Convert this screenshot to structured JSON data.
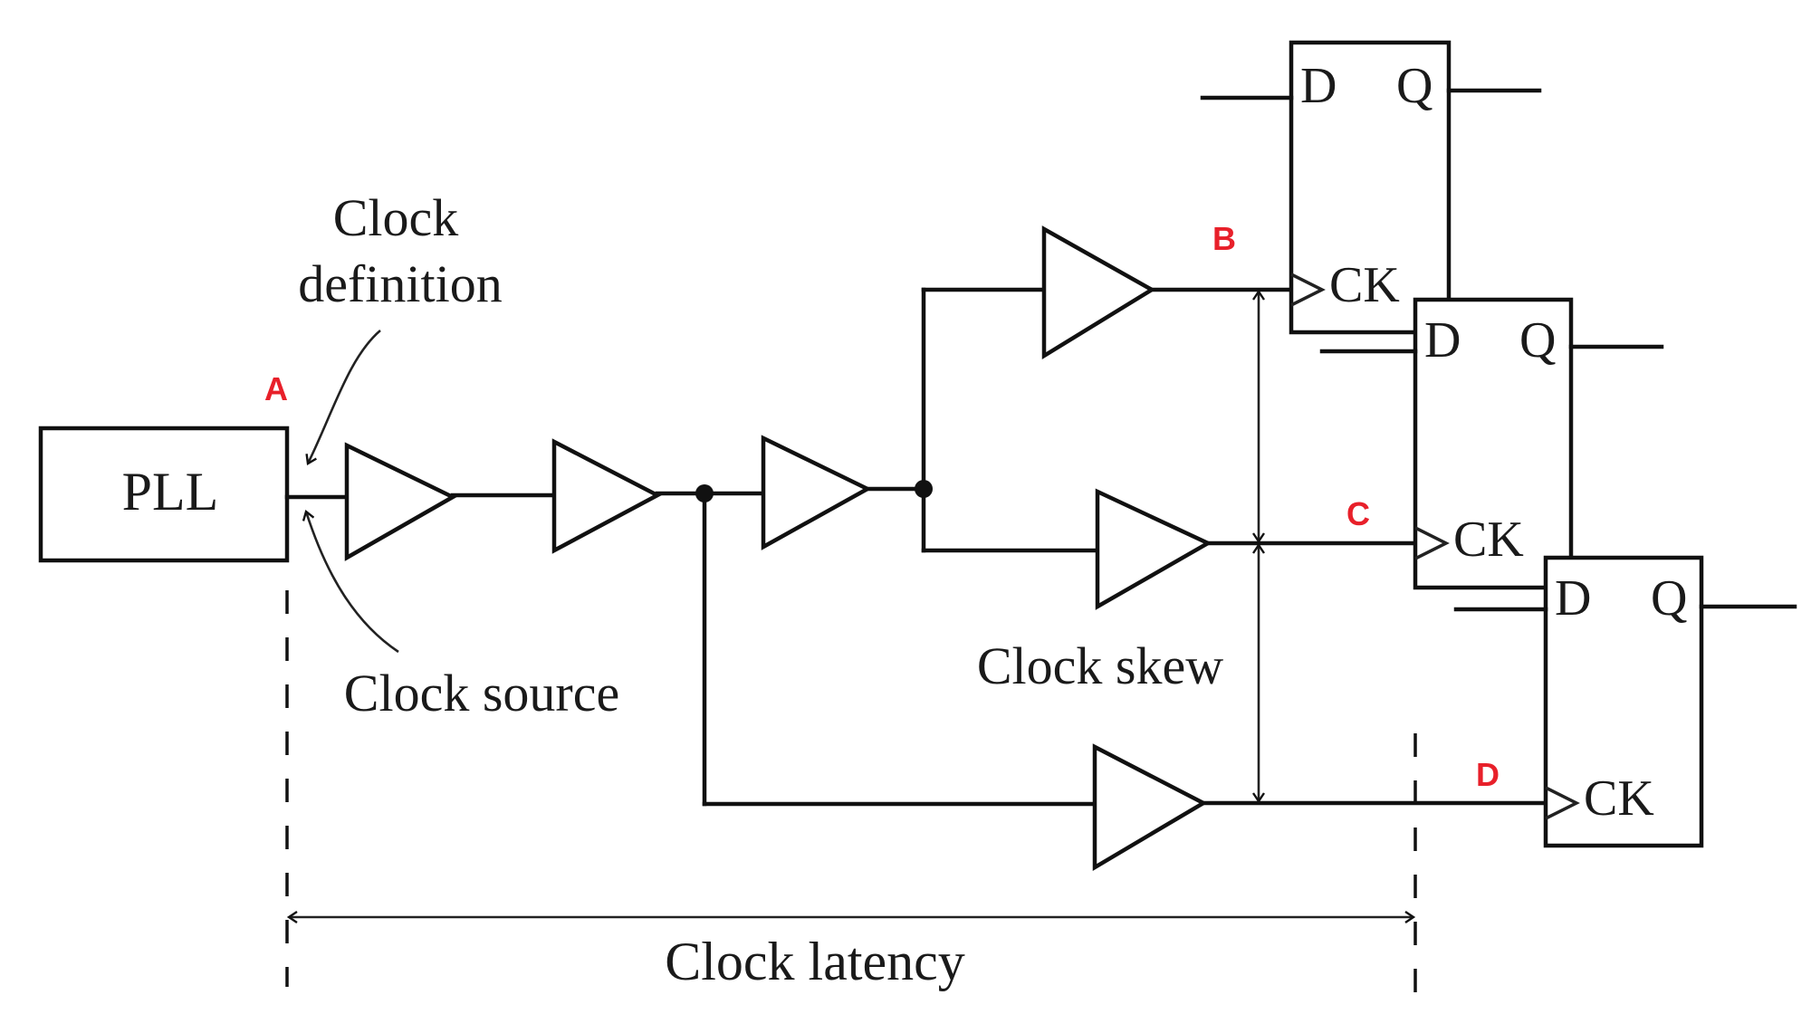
{
  "colors": {
    "line": "#111111",
    "point_label": "#e8202a"
  },
  "pll_label": "PLL",
  "annotations": {
    "clock_definition_line1": "Clock",
    "clock_definition_line2": "definition",
    "clock_source": "Clock source",
    "clock_skew": "Clock skew",
    "clock_latency": "Clock latency"
  },
  "points": {
    "a": "A",
    "b": "B",
    "c": "C",
    "d": "D"
  },
  "flops": [
    {
      "d": "D",
      "q": "Q",
      "ck": "CK"
    },
    {
      "d": "D",
      "q": "Q",
      "ck": "CK"
    },
    {
      "d": "D",
      "q": "Q",
      "ck": "CK"
    }
  ]
}
